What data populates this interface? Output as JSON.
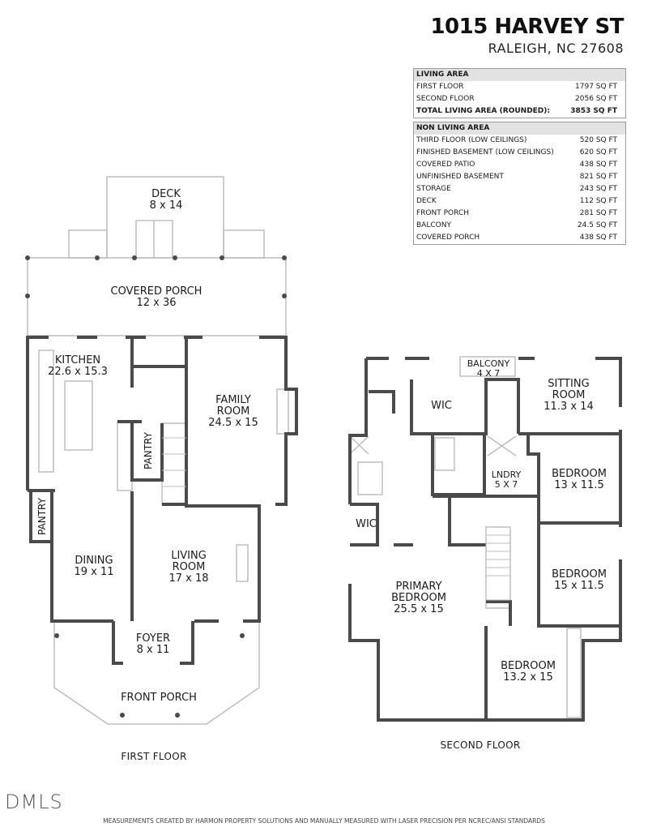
{
  "header": {
    "address": "1015 HARVEY ST",
    "city_state_zip": "RALEIGH, NC 27608"
  },
  "living_area": {
    "heading": "LIVING AREA",
    "rows": [
      {
        "label": "FIRST FLOOR",
        "value": "1797 SQ FT"
      },
      {
        "label": "SECOND FLOOR",
        "value": "2056 SQ FT"
      },
      {
        "label": "TOTAL LIVING AREA (ROUNDED):",
        "value": "3853 SQ FT",
        "bold": true
      }
    ]
  },
  "non_living_area": {
    "heading": "NON LIVING AREA",
    "rows": [
      {
        "label": "THIRD FLOOR (LOW CEILINGS)",
        "value": "520 SQ FT"
      },
      {
        "label": "FINISHED BASEMENT (LOW CEILINGS)",
        "value": "620 SQ FT"
      },
      {
        "label": "COVERED PATIO",
        "value": "438 SQ FT"
      },
      {
        "label": "UNFINISHED BASEMENT",
        "value": "821 SQ FT"
      },
      {
        "label": "STORAGE",
        "value": "243 SQ FT"
      },
      {
        "label": "DECK",
        "value": "112 SQ FT"
      },
      {
        "label": "FRONT PORCH",
        "value": "281 SQ FT"
      },
      {
        "label": "BALCONY",
        "value": "24.5 SQ FT"
      },
      {
        "label": "COVERED PORCH",
        "value": "438 SQ FT"
      }
    ]
  },
  "first_floor": {
    "label": "FIRST FLOOR",
    "rooms": {
      "deck": {
        "name": "DECK",
        "dims": "8 x 14"
      },
      "covered_porch": {
        "name": "COVERED PORCH",
        "dims": "12 x 36"
      },
      "kitchen": {
        "name": "KITCHEN",
        "dims": "22.6 x 15.3"
      },
      "family_room": {
        "name": "FAMILY",
        "name2": "ROOM",
        "dims": "24.5 x 15"
      },
      "pantry_center": {
        "name": "PANTRY"
      },
      "pantry_left": {
        "name": "PANTRY"
      },
      "dining": {
        "name": "DINING",
        "dims": "19 x 11"
      },
      "living_room": {
        "name": "LIVING",
        "name2": "ROOM",
        "dims": "17 x 18"
      },
      "foyer": {
        "name": "FOYER",
        "dims": "8 x 11"
      },
      "front_porch": {
        "name": "FRONT PORCH"
      }
    }
  },
  "second_floor": {
    "label": "SECOND FLOOR",
    "rooms": {
      "balcony": {
        "name": "BALCONY",
        "dims": "4 X 7"
      },
      "wic_top": {
        "name": "WIC"
      },
      "sitting_room": {
        "name": "SITTING",
        "name2": "ROOM",
        "dims": "11.3 x 14"
      },
      "laundry": {
        "name": "LNDRY",
        "dims": "5 X 7"
      },
      "bedroom_1": {
        "name": "BEDROOM",
        "dims": "13 x 11.5"
      },
      "wic_left": {
        "name": "WIC"
      },
      "bedroom_2": {
        "name": "BEDROOM",
        "dims": "15 x 11.5"
      },
      "primary_bedroom": {
        "name": "PRIMARY",
        "name2": "BEDROOM",
        "dims": "25.5 x 15"
      },
      "bedroom_3": {
        "name": "BEDROOM",
        "dims": "13.2 x 15"
      }
    }
  },
  "footer": {
    "logo": "DMLS",
    "disclaimer": "MEASUREMENTS CREATED BY HARMON PROPERTY SOLUTIONS AND MANUALLY MEASURED WITH LASER PRECISION PER NCREC/ANSI STANDARDS"
  }
}
